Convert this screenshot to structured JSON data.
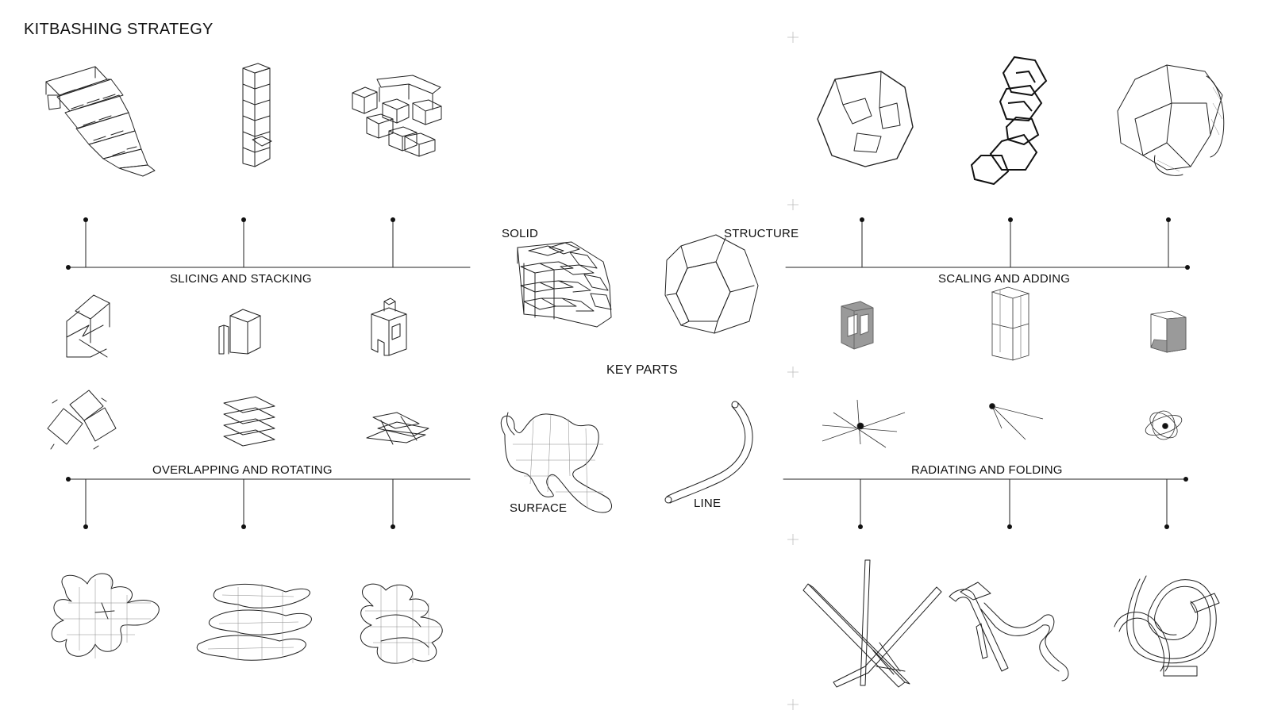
{
  "title": "KITBASHING STRATEGY",
  "center": {
    "label": "KEY PARTS",
    "parts": [
      "SOLID",
      "STRUCTURE",
      "SURFACE",
      "LINE"
    ]
  },
  "strategies": {
    "slicing": "SLICING AND STACKING",
    "scaling": "SCALING AND ADDING",
    "overlapping": "OVERLAPPING AND ROTATING",
    "radiating": "RADIATING AND FOLDING"
  },
  "colors": {
    "ink": "#222222",
    "grey": "#9a9a9a",
    "background": "#ffffff"
  }
}
